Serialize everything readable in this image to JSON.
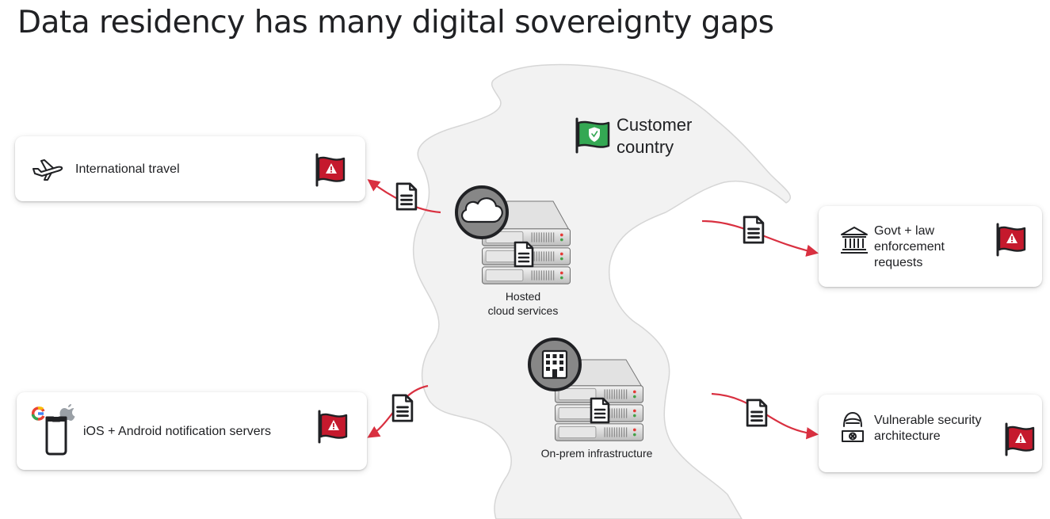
{
  "title": "Data residency has many digital sovereignty gaps",
  "customer_country": {
    "line1": "Customer",
    "line2": "country",
    "flag_icon": "shield-flag-icon",
    "flag_color": "#34a853"
  },
  "hosted": {
    "line1": "Hosted",
    "line2": "cloud services",
    "badge_icon": "cloud-icon"
  },
  "onprem": {
    "label": "On-prem infrastructure",
    "badge_icon": "office-building-icon"
  },
  "risks": {
    "travel": {
      "label": "International travel",
      "icon": "airplane-icon"
    },
    "notifications": {
      "label": "iOS + Android notification servers",
      "icon": "phone-icon"
    },
    "govt": {
      "line1": "Govt + law",
      "line2": "enforcement",
      "line3": "requests",
      "icon": "courthouse-icon"
    },
    "security": {
      "line1": "Vulnerable security",
      "line2": "architecture",
      "icon": "hacker-icon"
    }
  },
  "colors": {
    "warning_red": "#c5192d",
    "arrow_red": "#d93040",
    "region_stroke": "#d6d6d6",
    "region_fill": "#f2f2f2"
  }
}
